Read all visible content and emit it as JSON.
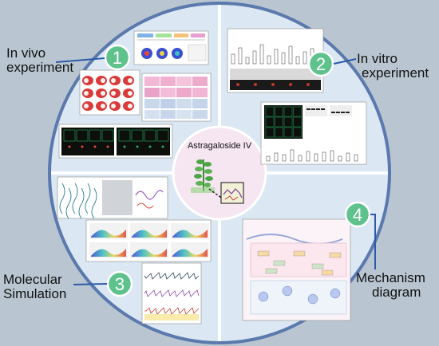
{
  "center": {
    "compound": "Astragaloside IV"
  },
  "sections": [
    {
      "number": "1",
      "title_line1": "In vivo",
      "title_line2": "experiment"
    },
    {
      "number": "2",
      "title_line1": "In vitro",
      "title_line2": "experiment"
    },
    {
      "number": "3",
      "title_line1": "Molecular",
      "title_line2": "Simulation"
    },
    {
      "number": "4",
      "title_line1": "Mechanism",
      "title_line2": "diagram"
    }
  ],
  "colors": {
    "background": "#b9c6d1",
    "circle_fill": "#dbe8f3",
    "ring_stroke": "#5b79ad",
    "badge_fill": "#5fc28d",
    "center_fill": "#f5e6f2",
    "divider": "#ffffff"
  }
}
